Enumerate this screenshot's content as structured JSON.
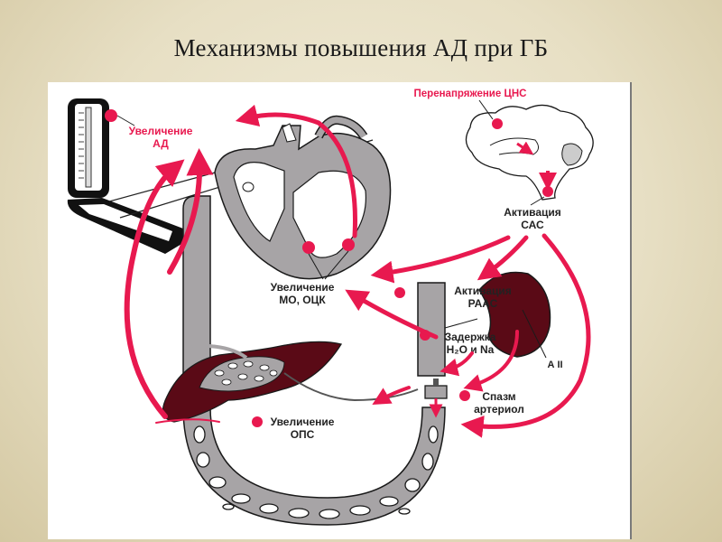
{
  "slide": {
    "title": "Механизмы повышения АД при ГБ"
  },
  "diagram": {
    "colors": {
      "accent_red": "#e8194f",
      "vessel_gray": "#a7a4a6",
      "organ_dark": "#5a0a16",
      "outline": "#1a1a1a",
      "background_frame": "#ffffff"
    },
    "labels": {
      "bp_increase_line1": "Увеличение",
      "bp_increase_line2": "АД",
      "cns_overstrain": "Перенапряжение ЦНС",
      "sas_activation_line1": "Активация",
      "sas_activation_line2": "САС",
      "co_bcv_line1": "Увеличение",
      "co_bcv_line2": "МО, ОЦК",
      "raas_activation_line1": "Активация",
      "raas_activation_line2": "РААС",
      "retention_line1": "Задержка",
      "retention_line2": "H₂O и Na",
      "angiotensin": "А II",
      "spasm_line1": "Спазм",
      "spasm_line2": "артериол",
      "tpr_increase_line1": "Увеличение",
      "tpr_increase_line2": "ОПС"
    },
    "icons": [
      "sphygmomanometer-icon",
      "heart-icon",
      "brain-icon",
      "kidney-icon",
      "liver-icon",
      "capillary-bed-icon",
      "arteriole-valve-icon"
    ]
  }
}
